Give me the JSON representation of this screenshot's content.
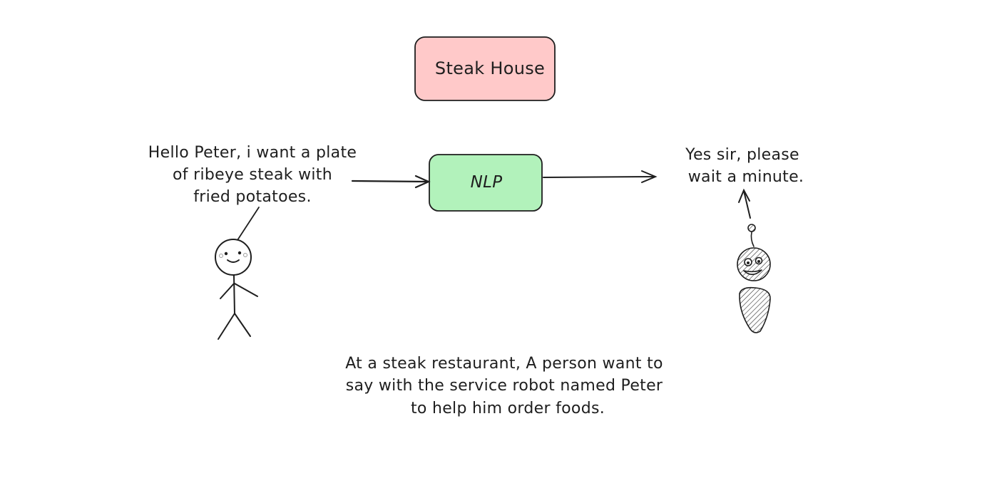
{
  "nodes": {
    "steak_house": {
      "label": "Steak House",
      "fill": "#ffc9c9",
      "stroke": "#1e1e1e"
    },
    "nlp": {
      "label": "NLP",
      "fill": "#b2f2bb",
      "stroke": "#1e1e1e"
    }
  },
  "person_speech": {
    "line1": "Hello Peter, i want a plate",
    "line2": "of ribeye  steak with",
    "line3": "fried potatoes."
  },
  "robot_speech": {
    "line1": "Yes sir, please",
    "line2": "wait a minute."
  },
  "caption": {
    "line1": "At a steak restaurant, A person want to",
    "line2": "say with the service robot named Peter",
    "line3": "to help him order foods."
  },
  "figures": {
    "person": "stick-figure-person-icon",
    "robot": "robot-icon"
  },
  "colors": {
    "ink": "#1e1e1e",
    "steak_house_fill": "#ffc9c9",
    "nlp_fill": "#b2f2bb"
  }
}
